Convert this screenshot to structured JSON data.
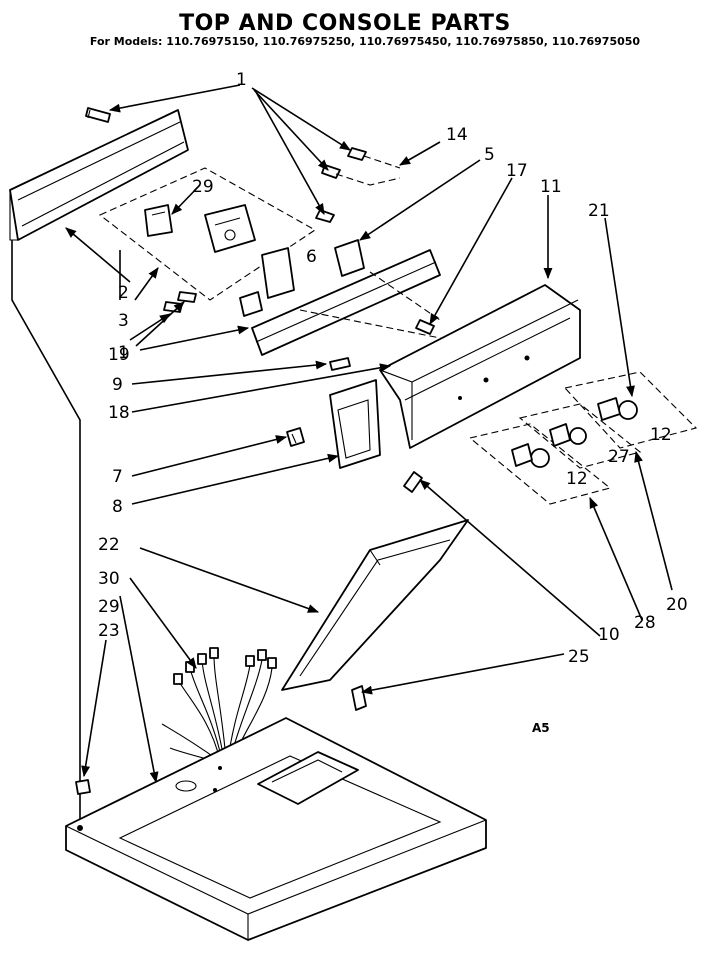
{
  "header": {
    "title": "TOP AND CONSOLE PARTS",
    "models_prefix": "For Models:",
    "models": "110.76975150, 110.76975250, 110.76975450, 110.76975850, 110.76975050"
  },
  "sheet_code": "A5",
  "callouts": [
    "1",
    "1",
    "2",
    "3",
    "5",
    "6",
    "7",
    "8",
    "9",
    "10",
    "11",
    "12",
    "12",
    "14",
    "17",
    "18",
    "19",
    "20",
    "21",
    "22",
    "23",
    "25",
    "27",
    "28",
    "29",
    "29",
    "30"
  ]
}
